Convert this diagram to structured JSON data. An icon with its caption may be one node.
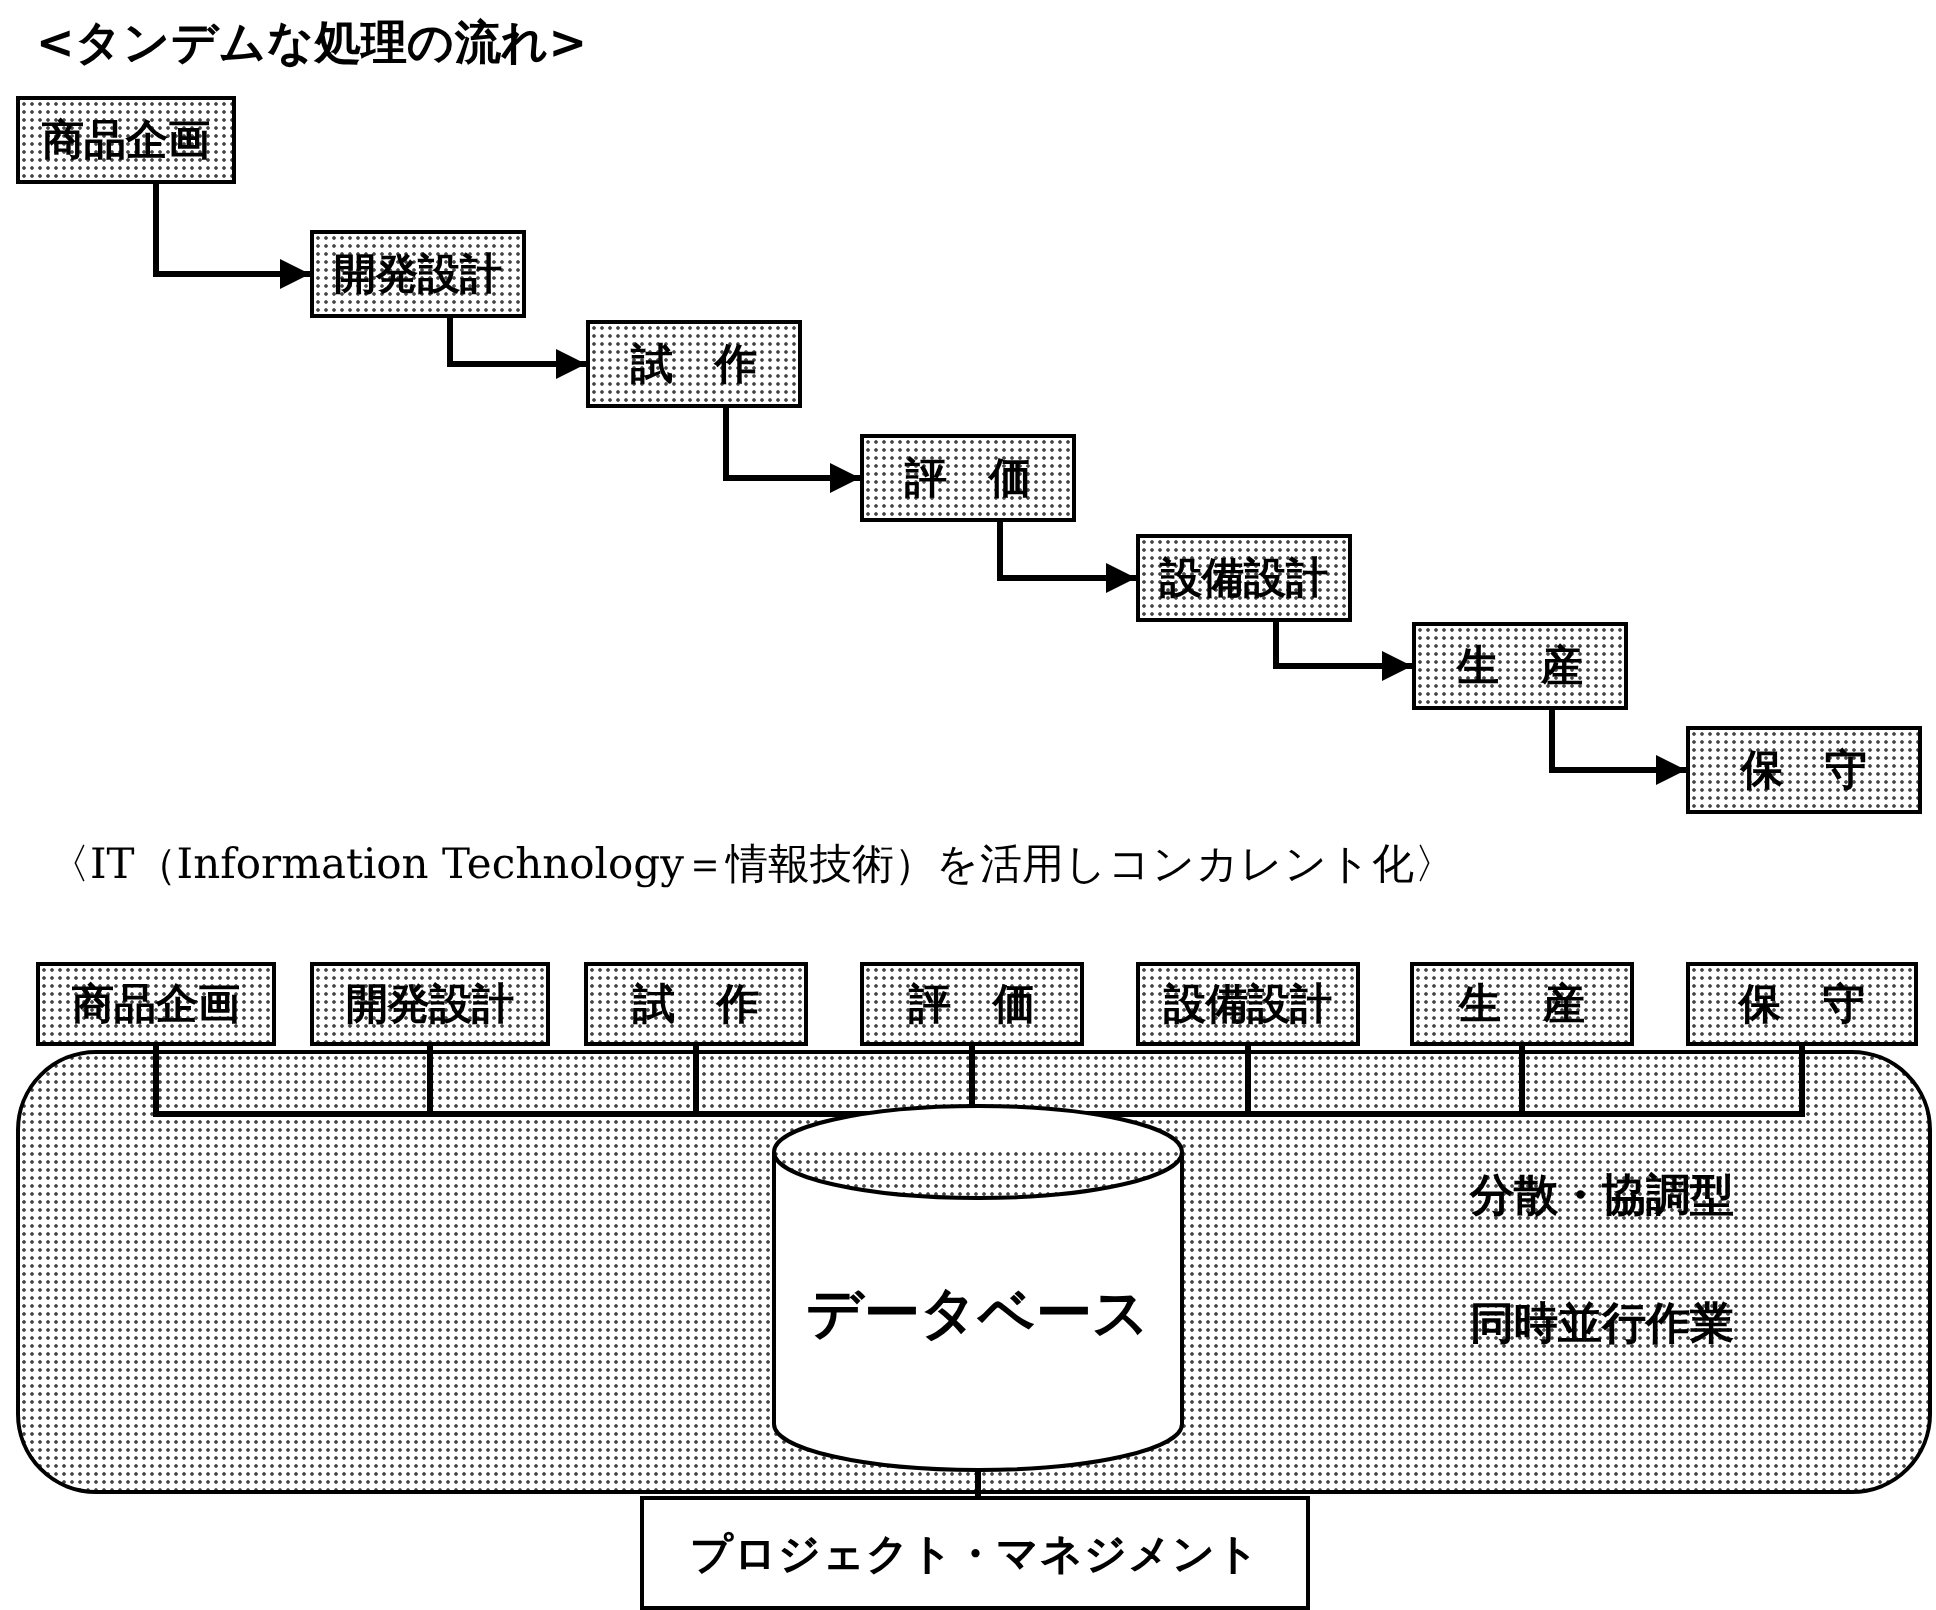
{
  "diagram": {
    "title": "<タンデムな処理の流れ>",
    "nodes": [
      {
        "text": [
          "商品企画"
        ]
      },
      {
        "text": [
          "開発設計"
        ]
      },
      {
        "text": [
          "試　作"
        ]
      },
      {
        "text": [
          "評　価"
        ]
      },
      {
        "text": [
          "設備設計"
        ]
      },
      {
        "text": [
          "生　産"
        ]
      },
      {
        "text": [
          "保　守"
        ]
      },
      {
        "text": [
          "商品企画"
        ]
      },
      {
        "text": [
          "開発設計"
        ]
      },
      {
        "text": [
          "試　作"
        ]
      },
      {
        "text": [
          "評　価"
        ]
      },
      {
        "text": [
          "設備設計"
        ]
      },
      {
        "text": [
          "生　産"
        ]
      },
      {
        "text": [
          "保　守"
        ]
      },
      {
        "text": [
          "分散・協調型",
          "同時並行作業"
        ]
      },
      {
        "text": [
          "データベース"
        ],
        "in": 14
      },
      {
        "text": [
          "プロジェクト・マネジメント"
        ]
      }
    ],
    "edges": [
      {
        "from": 0,
        "to": 1,
        "arrow": "to"
      },
      {
        "from": 1,
        "to": 2,
        "arrow": "to"
      },
      {
        "from": 2,
        "to": 3,
        "arrow": "to"
      },
      {
        "from": 3,
        "to": 4,
        "arrow": "to"
      },
      {
        "from": 4,
        "to": 5,
        "arrow": "to"
      },
      {
        "from": 5,
        "to": 6,
        "arrow": "to"
      },
      {
        "from": 7,
        "to": 15,
        "arrow": "none"
      },
      {
        "from": 8,
        "to": 15,
        "arrow": "none"
      },
      {
        "from": 9,
        "to": 15,
        "arrow": "none"
      },
      {
        "from": 10,
        "to": 15,
        "arrow": "none"
      },
      {
        "from": 11,
        "to": 15,
        "arrow": "none"
      },
      {
        "from": 12,
        "to": 15,
        "arrow": "none"
      },
      {
        "from": 13,
        "to": 15,
        "arrow": "none"
      },
      {
        "from": 15,
        "to": 16,
        "arrow": "none"
      }
    ],
    "labels": [
      "〈IT（Information Technology＝情報技術）を活用しコンカレント化〉"
    ]
  }
}
